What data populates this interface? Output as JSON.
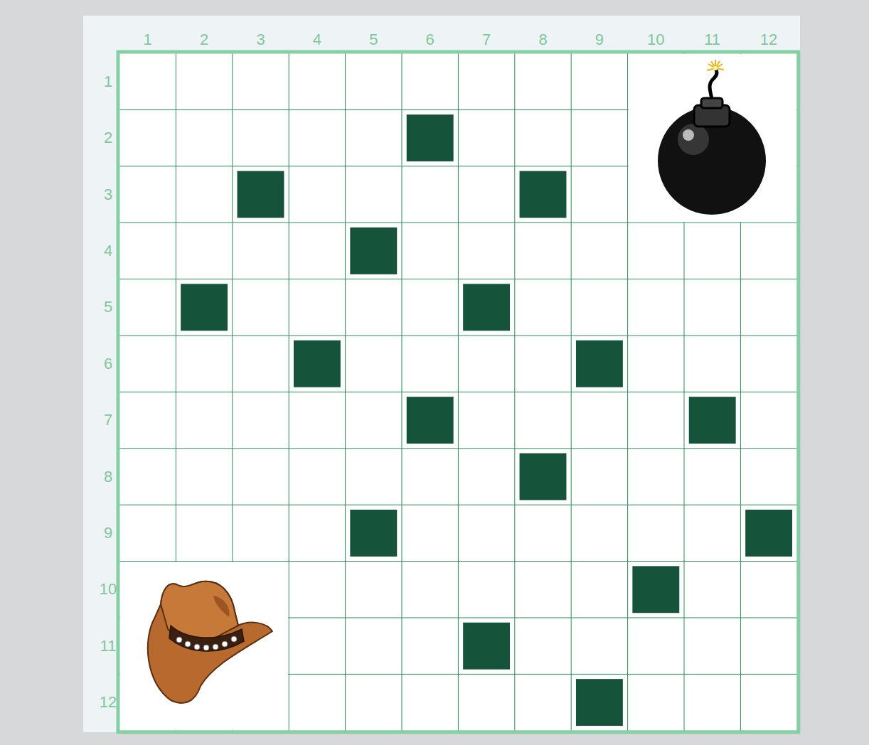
{
  "diagram": {
    "labels": [
      "1",
      "2",
      "3",
      "4",
      "5",
      "6",
      "7",
      "8",
      "9",
      "10",
      "11",
      "12",
      "1",
      "2",
      "3",
      "4",
      "5",
      "6",
      "7",
      "8",
      "9",
      "10",
      "11",
      "12"
    ]
  }
}
